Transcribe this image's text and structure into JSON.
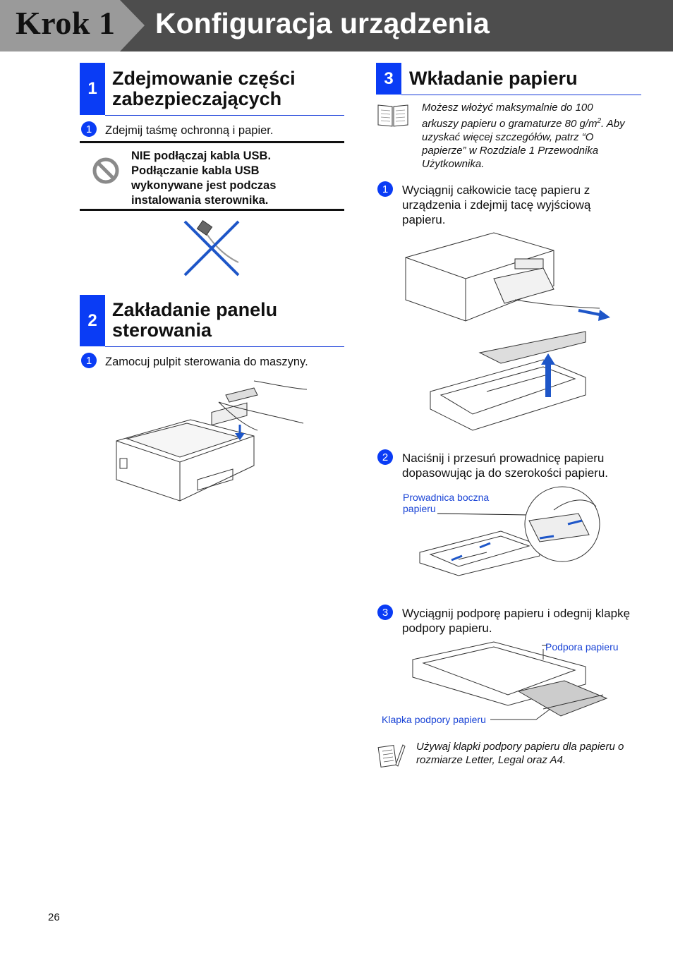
{
  "header": {
    "step_label": "Krok 1",
    "title": "Konfiguracja urządzenia"
  },
  "section1": {
    "number": "1",
    "title_line1": "Zdejmowanie części",
    "title_line2": "zabezpieczających",
    "step1_num": "1",
    "step1_text": "Zdejmij taśmę ochronną i papier.",
    "warning_line1": "NIE podłączaj kabla USB.",
    "warning_line2": "Podłączanie kabla USB",
    "warning_line3": "wykonywane jest podczas",
    "warning_line4": "instalowania sterownika."
  },
  "section2": {
    "number": "2",
    "title_line1": "Zakładanie panelu",
    "title_line2": "sterowania",
    "step1_num": "1",
    "step1_text": "Zamocuj pulpit sterowania do maszyny."
  },
  "section3": {
    "number": "3",
    "title": "Wkładanie papieru",
    "note_line1": "Możesz włożyć maksymalnie do 100",
    "note_line2a": "arkuszy papieru o gramaturze 80 g/m",
    "note_line2_sup": "2",
    "note_line2b": ". Aby uzyskać więcej szczegółów, patrz “O",
    "note_line3": "papierze” w Rozdziale 1 Przewodnika",
    "note_line4": "Użytkownika.",
    "step1_num": "1",
    "step1_line1": "Wyciągnij całkowicie tacę papieru z",
    "step1_line2": "urządzenia i zdejmij tacę wyjściową",
    "step1_line3": "papieru.",
    "step2_num": "2",
    "step2_line1": "Naciśnij i przesuń prowadnicę papieru",
    "step2_line2": "dopasowując ja do szerokości papieru.",
    "callout_guide_line1": "Prowadnica boczna",
    "callout_guide_line2": "papieru",
    "step3_num": "3",
    "step3_line1": "Wyciągnij podporę papieru i odegnij klapkę",
    "step3_line2": "podpory papieru.",
    "callout_support": "Podpora papieru",
    "callout_flap": "Klapka podpory papieru",
    "tip_line1": "Używaj klapki podpory papieru dla papieru o",
    "tip_line2": "rozmiarze Letter, Legal oraz A4."
  },
  "footer": {
    "page_number": "26"
  }
}
